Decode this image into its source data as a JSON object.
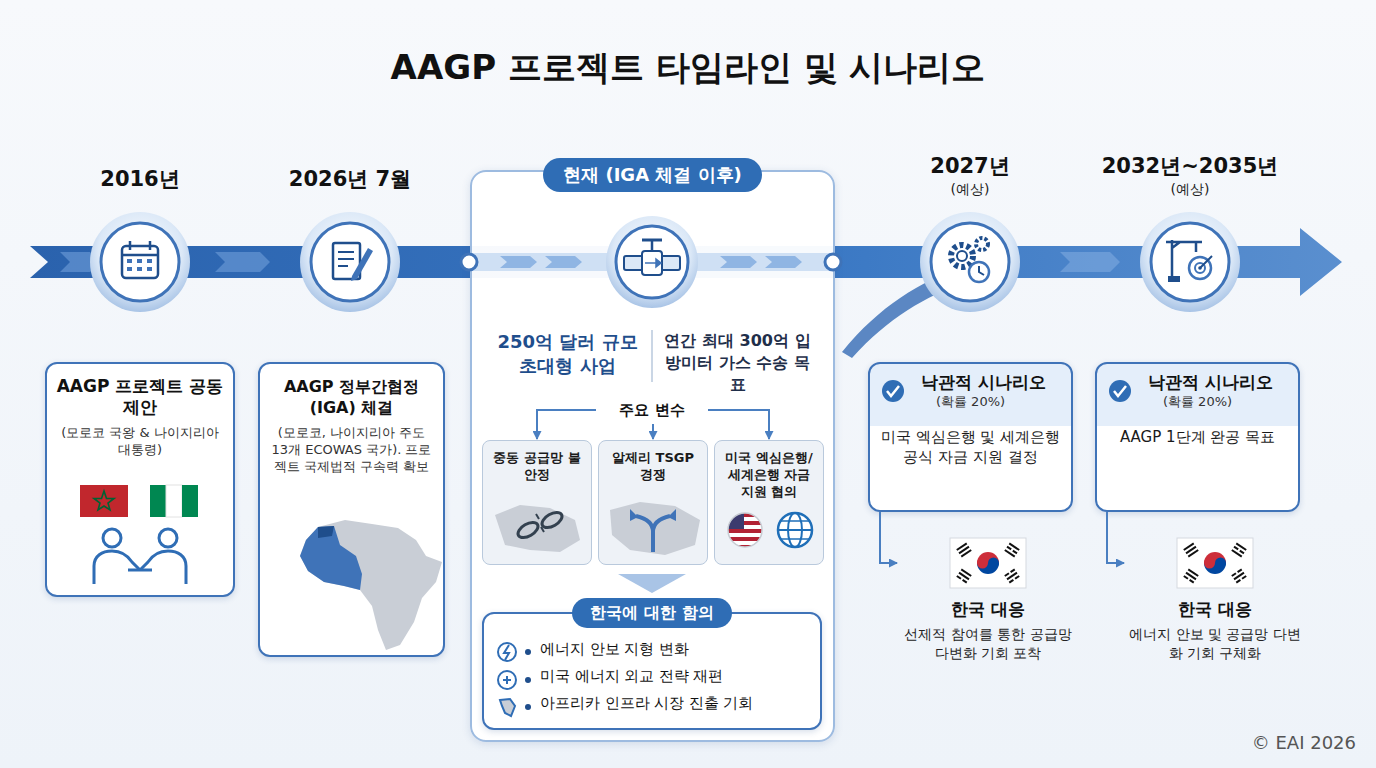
{
  "diagram": {
    "title": "AAGP 프로젝트 타임라인 및 시나리오",
    "nodes": [
      {
        "text": [
          "AAGP 프로젝트 공동 제안",
          "(모로코 국왕 & 나이지리아 대통령)"
        ]
      },
      {
        "text": [
          "AAGP 정부간협정(IGA) 체결",
          "(모로코, 나이지리아 주도 13개 ECOWAS 국가). 프로젝트 국제법적 구속력 확보"
        ]
      },
      {
        "text": [
          "현재 (IGA 체결 이후)"
        ]
      },
      {
        "text": [
          "250억 달러 규모 초대형 사업"
        ],
        "in": 2
      },
      {
        "text": [
          "연간 최대 300억 입방미터 가스 수송 목표"
        ],
        "in": 2
      },
      {
        "text": [
          "주요 변수"
        ],
        "in": 2
      },
      {
        "text": [
          "중동 공급망 불안정"
        ],
        "in": 2
      },
      {
        "text": [
          "알제리 TSGP 경쟁"
        ],
        "in": 2
      },
      {
        "text": [
          "미국 엑심은행/세계은행 자금 지원 협의"
        ],
        "in": 2
      },
      {
        "text": [
          "한국에 대한 함의",
          "에너지 안보 지형 변화",
          "미국 에너지 외교 전략 재편",
          "아프리카 인프라 시장 진출 기회"
        ],
        "in": 2
      },
      {
        "text": [
          "낙관적 시나리오",
          "(확률 20%)",
          "미국 엑심은행 및 세계은행 공식 자금 지원 결정"
        ]
      },
      {
        "text": [
          "한국 대응",
          "선제적 참여를 통한 공급망 다변화 기회 포착"
        ]
      },
      {
        "text": [
          "낙관적 시나리오",
          "(확률 20%)",
          "AAGP 1단계 완공 목표"
        ]
      },
      {
        "text": [
          "한국 대응",
          "에너지 안보 및 공급망 다변화 기회 구체화"
        ]
      }
    ],
    "edges": [
      {
        "from": 5,
        "to": 6,
        "arrow": "to"
      },
      {
        "from": 5,
        "to": 7,
        "arrow": "to"
      },
      {
        "from": 5,
        "to": 8,
        "arrow": "to"
      },
      {
        "from": 10,
        "to": 11,
        "arrow": "to"
      },
      {
        "from": 12,
        "to": 13,
        "arrow": "to"
      }
    ],
    "labels": [
      "2016년",
      "2026년 7월",
      "2027년",
      "(예상)",
      "2032년~2035년",
      "(예상)",
      "© EAI 2026"
    ]
  }
}
